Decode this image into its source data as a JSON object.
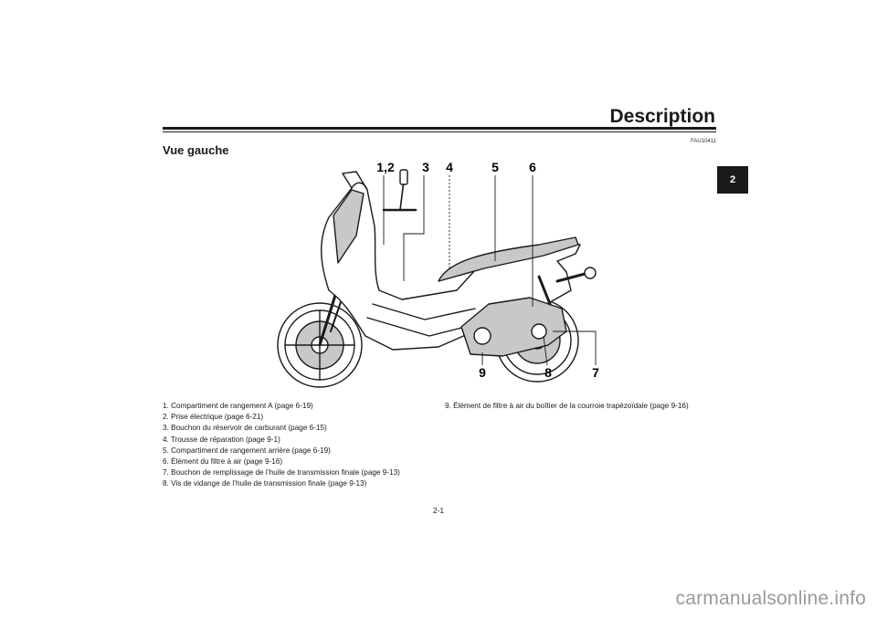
{
  "header": {
    "title": "Description"
  },
  "chapter_tab": "2",
  "doc_code": "FAU10411",
  "section": {
    "title": "Vue gauche"
  },
  "figure": {
    "callouts": [
      "1,2",
      "3",
      "4",
      "5",
      "6",
      "9",
      "8",
      "7"
    ],
    "colors": {
      "line": "#1a1a1a",
      "fill": "#ffffff",
      "shade": "#c8c8c8"
    }
  },
  "legend": {
    "left": [
      "1. Compartiment de rangement A (page 6-19)",
      "2. Prise électrique (page 6-21)",
      "3. Bouchon du réservoir de carburant (page 6-15)",
      "4. Trousse de réparation (page 9-1)",
      "5. Compartiment de rangement arrière (page 6-19)",
      "6. Élément du filtre à air (page 9-16)",
      "7. Bouchon de remplissage de l’huile de transmission finale (page 9-13)",
      "8. Vis de vidange de l’huile de transmission finale (page 9-13)"
    ],
    "right": [
      "9. Élément de filtre à air du boîtier de la courroie trapézoïdale (page 9-16)"
    ]
  },
  "page_number": "2-1",
  "watermark": "carmanualsonline.info"
}
